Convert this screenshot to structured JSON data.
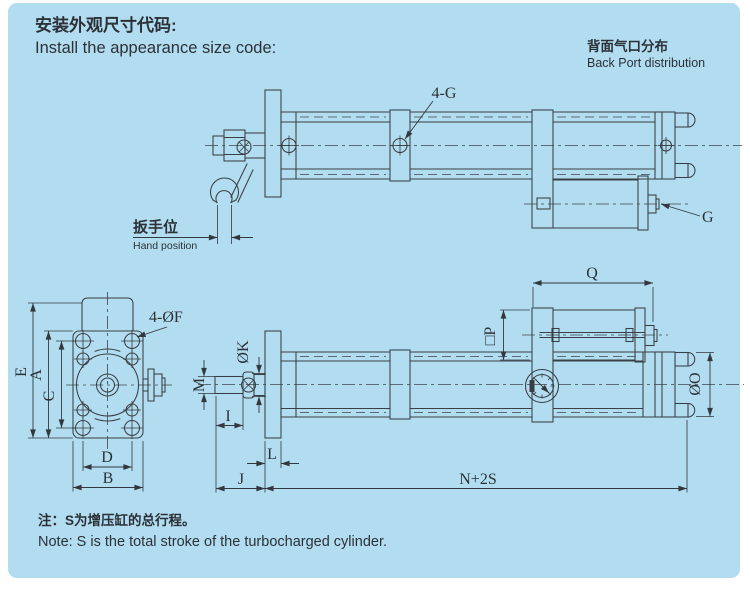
{
  "title": {
    "cn": "安装外观尺寸代码:",
    "en": "Install the appearance size code:"
  },
  "back_port": {
    "cn": "背面气口分布",
    "en": "Back Port distribution"
  },
  "wrench": {
    "cn": "扳手位",
    "en": "Hand position"
  },
  "note": {
    "cn": "注：S为增压缸的总行程。",
    "en": "Note: S is the total stroke of the turbocharged cylinder."
  },
  "labels": {
    "ports": "4-G",
    "back_port_g": "G",
    "flange_holes": "4-ØF",
    "E": "E",
    "A": "A",
    "C": "C",
    "D": "D",
    "B": "B",
    "M": "M",
    "K": "ØK",
    "I": "I",
    "L": "L",
    "J": "J",
    "N": "N+2S",
    "Q": "Q",
    "P": "□P",
    "O": "ØO"
  },
  "colors": {
    "background": "#b2ddf0",
    "line": "#3a3f45",
    "text": "#2c3137"
  }
}
